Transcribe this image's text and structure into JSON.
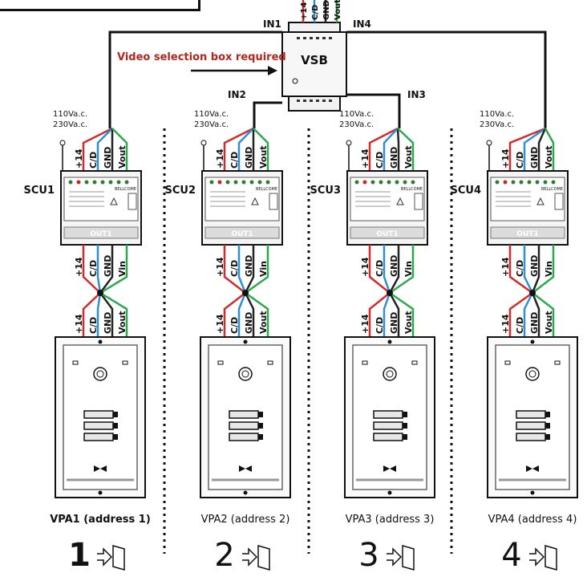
{
  "vsb": {
    "label": "VSB",
    "inputs": [
      "IN1",
      "IN2",
      "IN3",
      "IN4"
    ],
    "note": "Video selection box required",
    "top_wires": [
      "+14",
      "C/D",
      "GND",
      "Vout"
    ]
  },
  "power": [
    "110Va.c.",
    "230Va.c."
  ],
  "scu_top_wires": [
    "+14",
    "C/D",
    "GND",
    "Vout"
  ],
  "scu_bottom_wires": [
    "+14",
    "C/D",
    "GND",
    "Vin"
  ],
  "panel_wires": [
    "+14",
    "C/D",
    "GND",
    "Vout"
  ],
  "scu_brand": "BELLCOME",
  "scu_out": "OUT1",
  "units": [
    {
      "scu": "SCU1",
      "panel": "VPA1 (address 1)",
      "number": "1",
      "bold": true
    },
    {
      "scu": "SCU2",
      "panel": "VPA2 (address 2)",
      "number": "2",
      "bold": false
    },
    {
      "scu": "SCU3",
      "panel": "VPA3 (address 3)",
      "number": "3",
      "bold": false
    },
    {
      "scu": "SCU4",
      "panel": "VPA4 (address 4)",
      "number": "4",
      "bold": false
    }
  ],
  "colors": {
    "plus14": "#d12b2b",
    "cd": "#2f8fd6",
    "gnd": "#222222",
    "vout": "#2ea84f",
    "note": "#b3261e",
    "line": "#111111"
  }
}
